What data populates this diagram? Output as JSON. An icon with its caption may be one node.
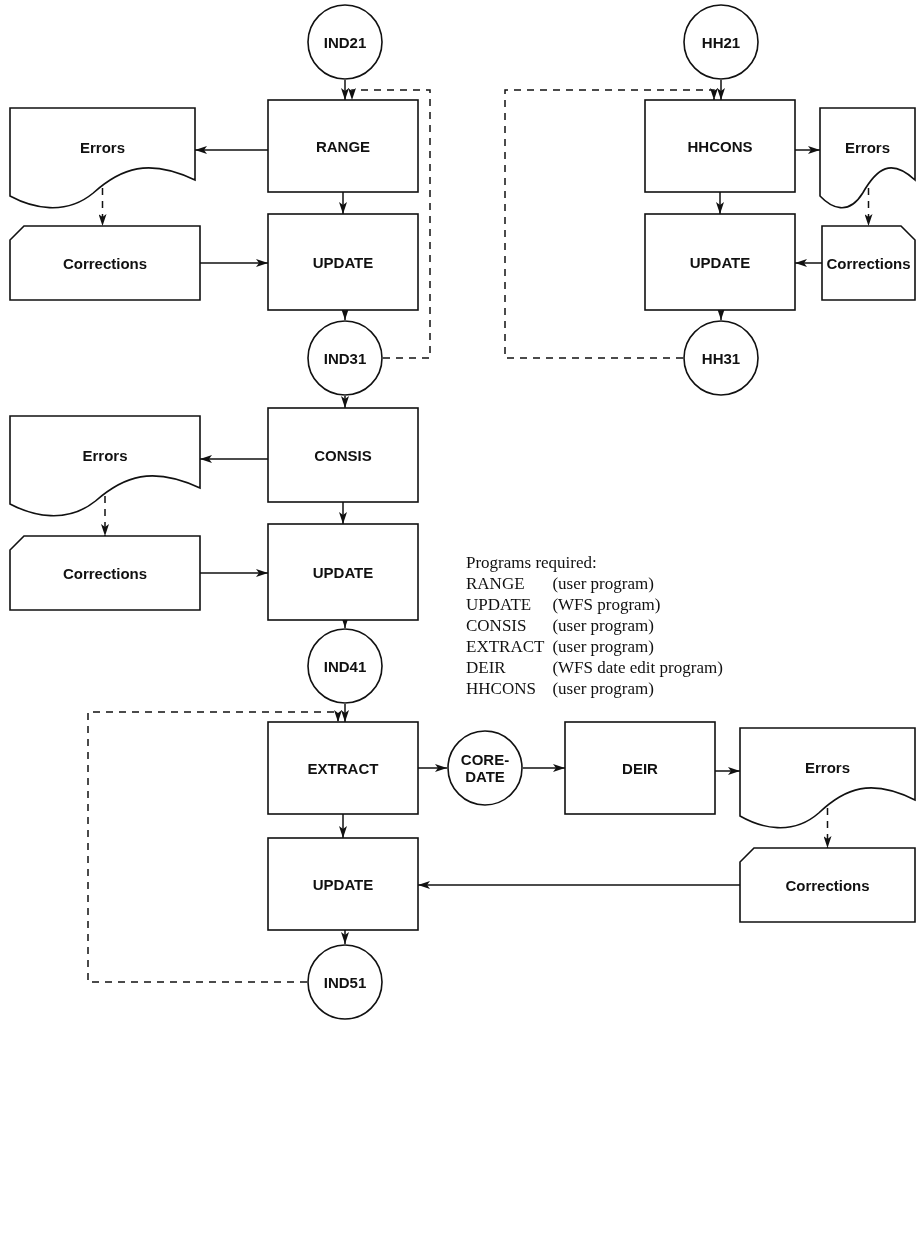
{
  "diagram": {
    "nodes": [
      {
        "text": [
          "IND21"
        ]
      },
      {
        "text": [
          "RANGE"
        ]
      },
      {
        "text": [
          "Errors"
        ]
      },
      {
        "text": [
          "UPDATE"
        ]
      },
      {
        "text": [
          "Corrections"
        ]
      },
      {
        "text": [
          "IND31"
        ]
      },
      {
        "text": [
          "HH21"
        ]
      },
      {
        "text": [
          "HHCONS"
        ]
      },
      {
        "text": [
          "Errors"
        ]
      },
      {
        "text": [
          "UPDATE"
        ]
      },
      {
        "text": [
          "Corrections"
        ]
      },
      {
        "text": [
          "HH31"
        ]
      },
      {
        "text": [
          "CONSIS"
        ]
      },
      {
        "text": [
          "Errors"
        ]
      },
      {
        "text": [
          "UPDATE"
        ]
      },
      {
        "text": [
          "Corrections"
        ]
      },
      {
        "text": [
          "IND41"
        ]
      },
      {
        "text": [
          "EXTRACT"
        ]
      },
      {
        "text": [
          "CORE-DATE"
        ]
      },
      {
        "text": [
          "DEIR"
        ]
      },
      {
        "text": [
          "Errors"
        ]
      },
      {
        "text": [
          "Corrections"
        ]
      },
      {
        "text": [
          "UPDATE"
        ]
      },
      {
        "text": [
          "IND51"
        ]
      }
    ],
    "edges": [
      {
        "from": 0,
        "to": 1,
        "arrow": "to"
      },
      {
        "from": 1,
        "to": 2,
        "arrow": "to"
      },
      {
        "from": 2,
        "to": 4,
        "arrow": "to",
        "style": "dashed"
      },
      {
        "from": 4,
        "to": 3,
        "arrow": "to"
      },
      {
        "from": 1,
        "to": 3,
        "arrow": "to"
      },
      {
        "from": 3,
        "to": 5,
        "arrow": "to"
      },
      {
        "from": 5,
        "to": 1,
        "arrow": "to",
        "style": "dashed"
      },
      {
        "from": 6,
        "to": 7,
        "arrow": "to"
      },
      {
        "from": 7,
        "to": 8,
        "arrow": "to"
      },
      {
        "from": 8,
        "to": 10,
        "arrow": "to",
        "style": "dashed"
      },
      {
        "from": 10,
        "to": 9,
        "arrow": "to"
      },
      {
        "from": 7,
        "to": 9,
        "arrow": "to"
      },
      {
        "from": 9,
        "to": 11,
        "arrow": "to"
      },
      {
        "from": 11,
        "to": 7,
        "arrow": "to",
        "style": "dashed"
      },
      {
        "from": 5,
        "to": 12,
        "arrow": "to"
      },
      {
        "from": 12,
        "to": 13,
        "arrow": "to"
      },
      {
        "from": 13,
        "to": 15,
        "arrow": "to",
        "style": "dashed"
      },
      {
        "from": 15,
        "to": 14,
        "arrow": "to"
      },
      {
        "from": 12,
        "to": 14,
        "arrow": "to"
      },
      {
        "from": 14,
        "to": 16,
        "arrow": "to"
      },
      {
        "from": 16,
        "to": 17,
        "arrow": "to"
      },
      {
        "from": 17,
        "to": 18,
        "arrow": "to"
      },
      {
        "from": 18,
        "to": 19,
        "arrow": "to"
      },
      {
        "from": 19,
        "to": 20,
        "arrow": "to"
      },
      {
        "from": 20,
        "to": 21,
        "arrow": "to",
        "style": "dashed"
      },
      {
        "from": 21,
        "to": 22,
        "arrow": "to"
      },
      {
        "from": 17,
        "to": 22,
        "arrow": "to"
      },
      {
        "from": 22,
        "to": 23,
        "arrow": "to"
      },
      {
        "from": 23,
        "to": 17,
        "arrow": "to",
        "style": "dashed"
      }
    ],
    "labels": [
      "Programs required:",
      "RANGE",
      "(user program)",
      "UPDATE",
      "(WFS program)",
      "CONSIS",
      "(user program)",
      "EXTRACT",
      "(user program)",
      "DEIR",
      "(WFS date edit program)",
      "HHCONS",
      "(user program)"
    ]
  }
}
